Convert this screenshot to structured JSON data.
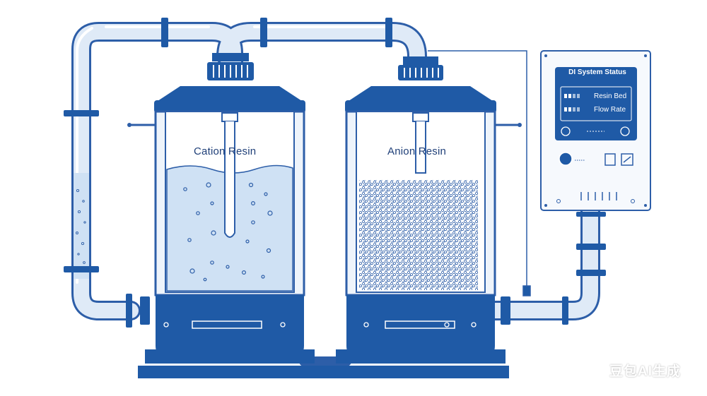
{
  "diagram": {
    "tank_left_label": "Cation Resin",
    "tank_right_label": "Anion Resin"
  },
  "panel": {
    "title": "DI System Status",
    "rows": [
      {
        "label": "Resin Bed"
      },
      {
        "label": "Flow Rate"
      }
    ]
  },
  "watermark": "豆包AI生成",
  "colors": {
    "primary": "#1f5aa6",
    "dark": "#1a4a8c",
    "pipe_fill": "#dfeaf7",
    "water": "#cfe1f4",
    "tank_bg": "#eef4fb",
    "line": "#2d5ea8"
  }
}
